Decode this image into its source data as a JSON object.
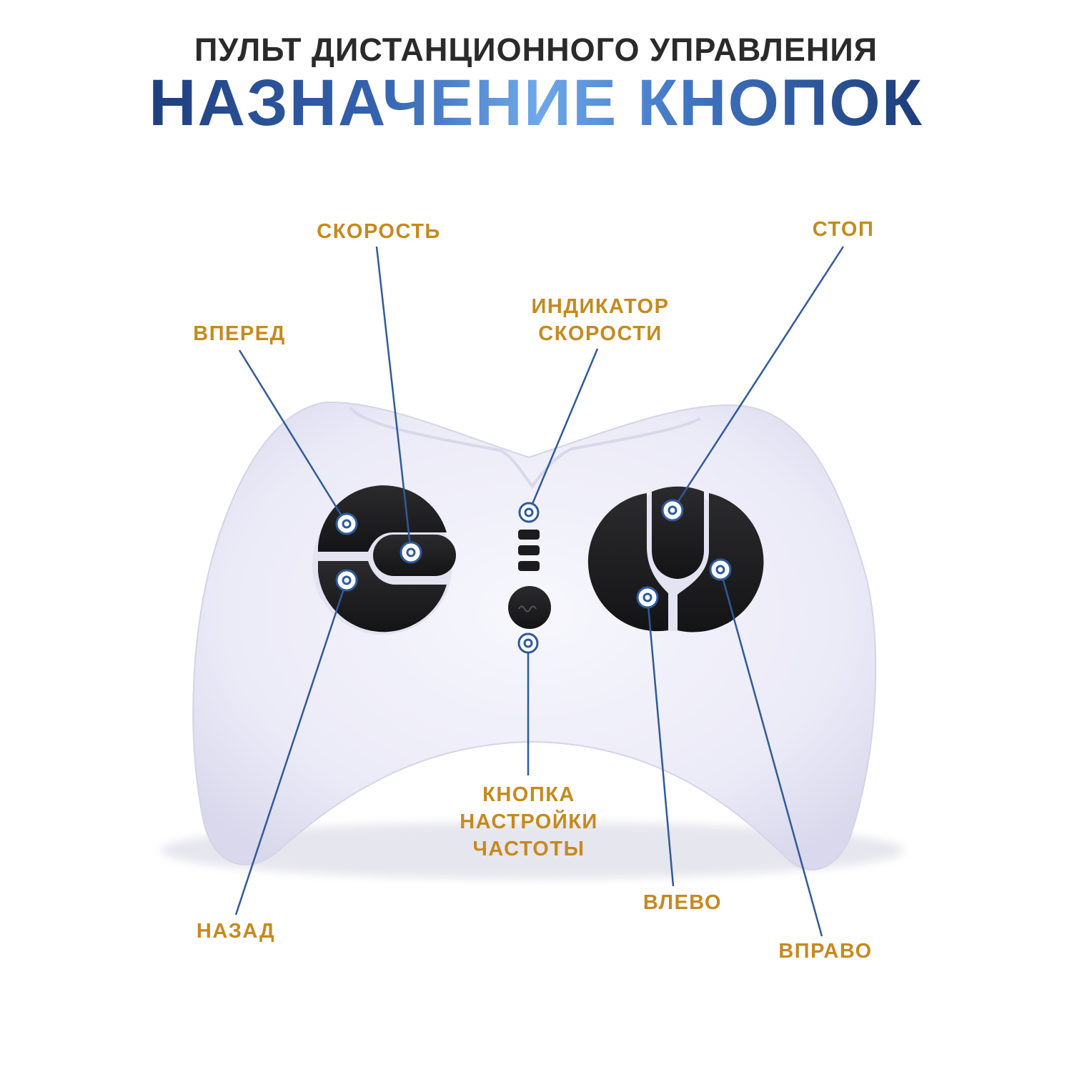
{
  "header": {
    "line1": "ПУЛЬТ ДИСТАНЦИОННОГО УПРАВЛЕНИЯ",
    "line2": "НАЗНАЧЕНИЕ КНОПОК"
  },
  "labels": {
    "forward": "ВПЕРЕД",
    "speed": "СКОРОСТЬ",
    "speed_indicator": [
      "ИНДИКАТОР",
      "СКОРОСТИ"
    ],
    "stop": "СТОП",
    "backward": "НАЗАД",
    "frequency_button": [
      "КНОПКА",
      "НАСТРОЙКИ",
      "ЧАСТОТЫ"
    ],
    "left": "ВЛЕВО",
    "right": "ВПРАВО"
  },
  "colors": {
    "label": "#c7891e",
    "leader_line": "#2f5a9c",
    "controller_body": "#ecebf8",
    "buttons": "#1c1c1e"
  }
}
